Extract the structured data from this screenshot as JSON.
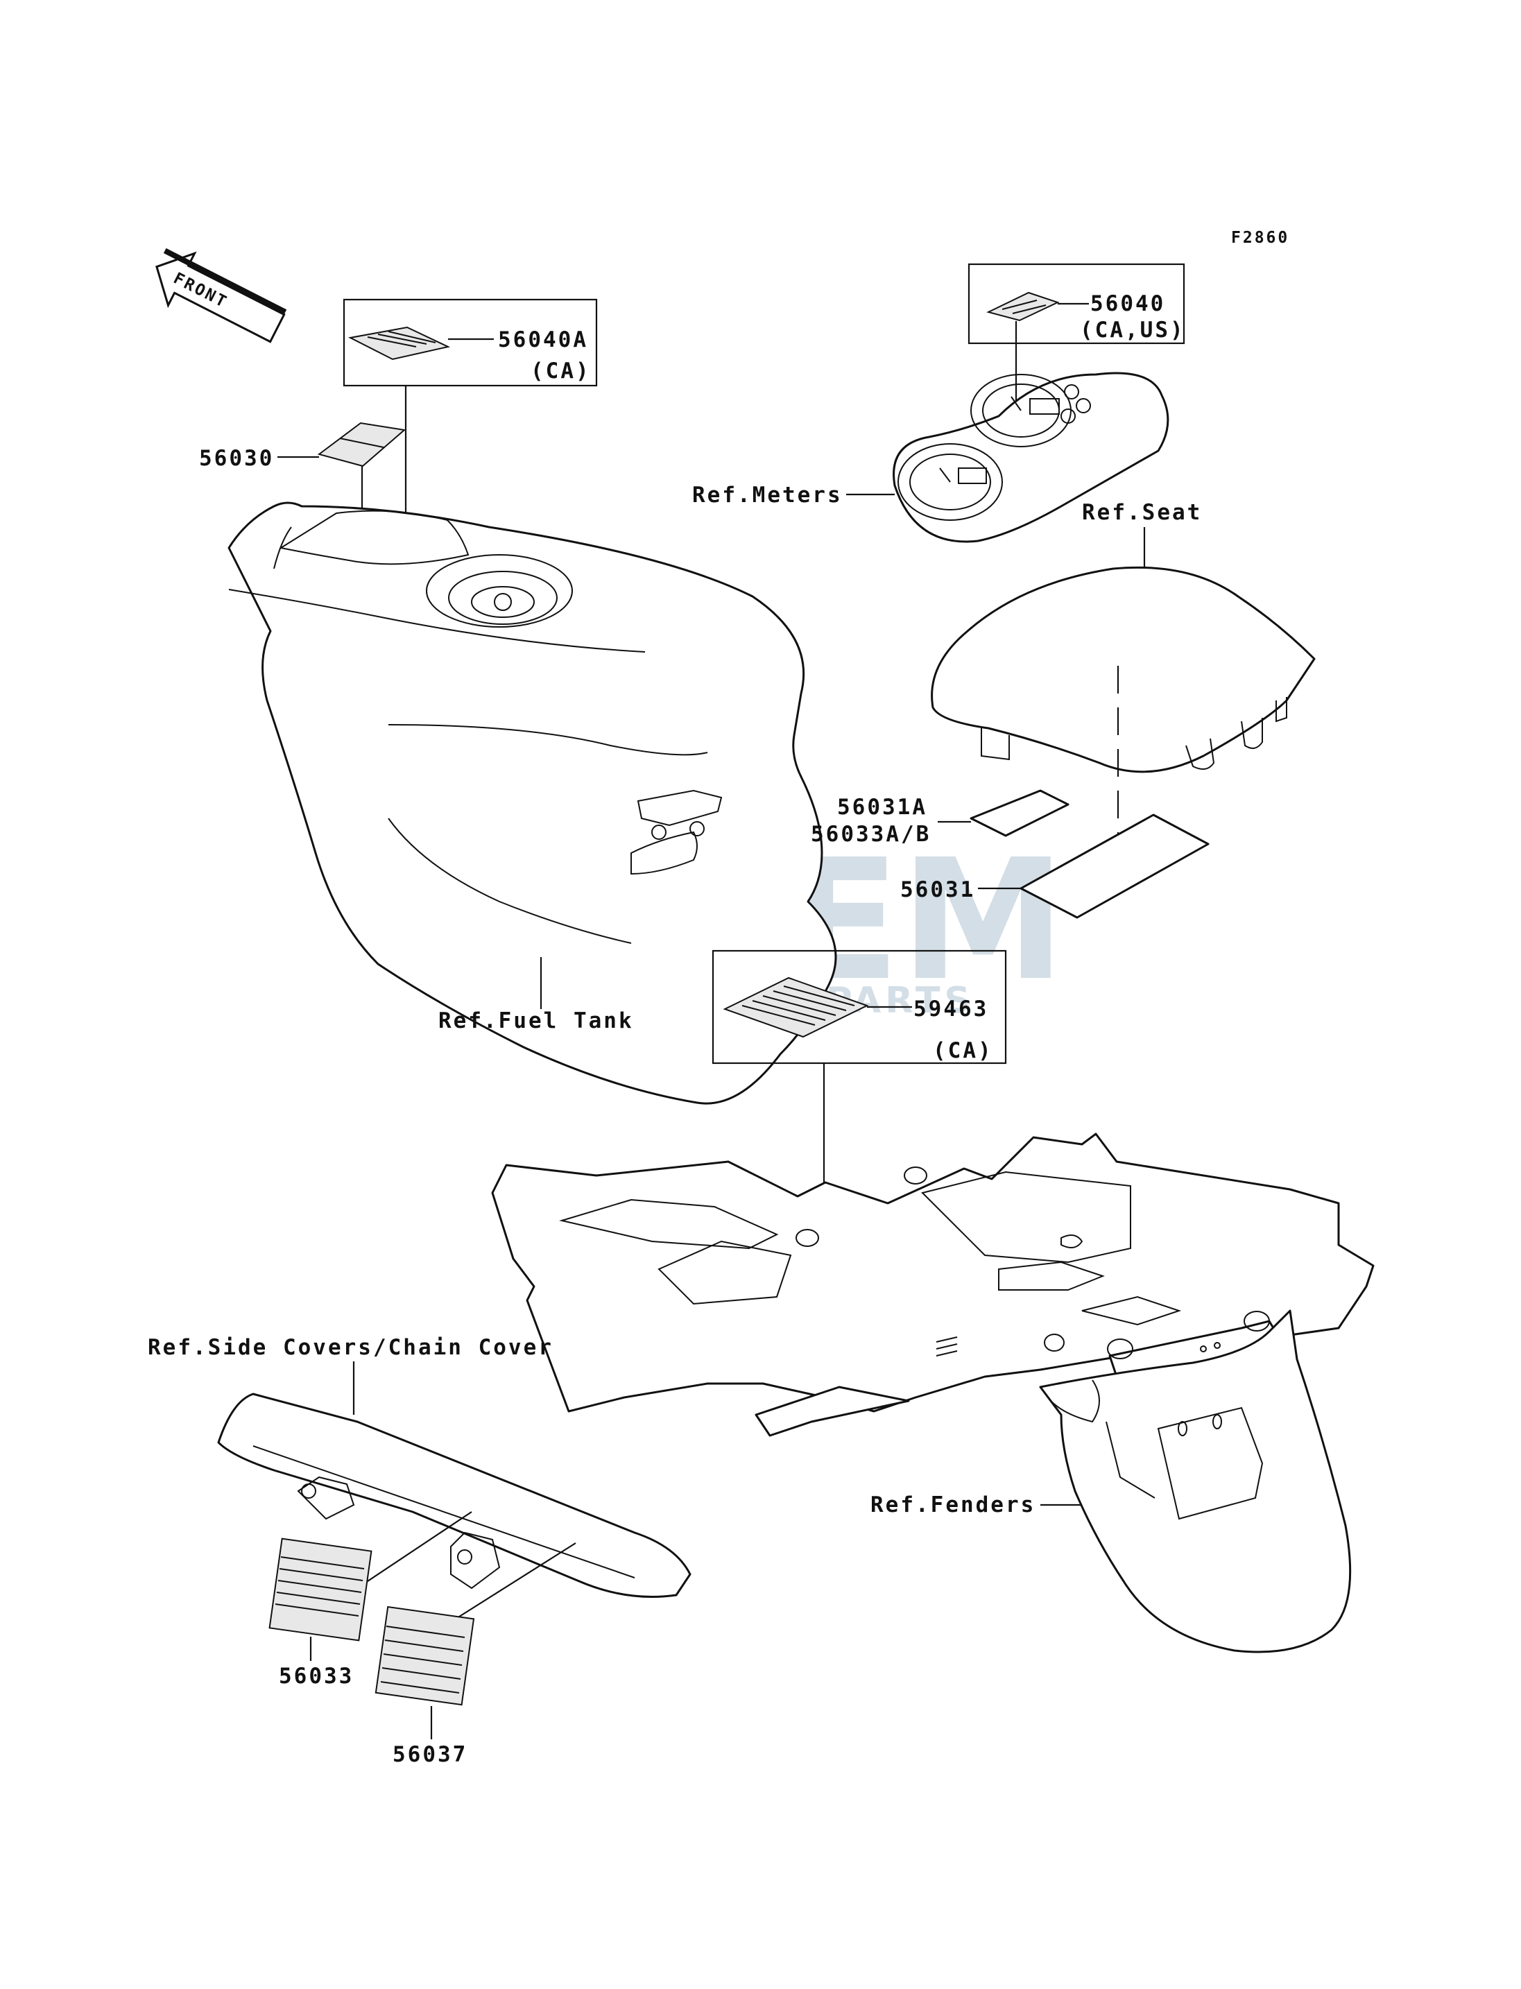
{
  "figure_code": "F2860",
  "front_arrow_label": "FRONT",
  "watermark": {
    "brand": "OEM",
    "sub": "MOTORPARTS",
    "color": "#9fb7c9"
  },
  "parts": [
    {
      "id": "p56040A",
      "number": "56040A",
      "note": "(CA)"
    },
    {
      "id": "p56030",
      "number": "56030"
    },
    {
      "id": "p56040",
      "number": "56040",
      "note": "(CA,US)"
    },
    {
      "id": "p56031A",
      "number": "56031A"
    },
    {
      "id": "p56033AB",
      "number": "56033A/B"
    },
    {
      "id": "p56031",
      "number": "56031"
    },
    {
      "id": "p59463",
      "number": "59463",
      "note": "(CA)"
    },
    {
      "id": "p56033",
      "number": "56033"
    },
    {
      "id": "p56037",
      "number": "56037"
    }
  ],
  "references": {
    "meters": "Ref.Meters",
    "seat": "Ref.Seat",
    "fuel_tank": "Ref.Fuel Tank",
    "side_covers": "Ref.Side Covers/Chain Cover",
    "fenders": "Ref.Fenders"
  }
}
